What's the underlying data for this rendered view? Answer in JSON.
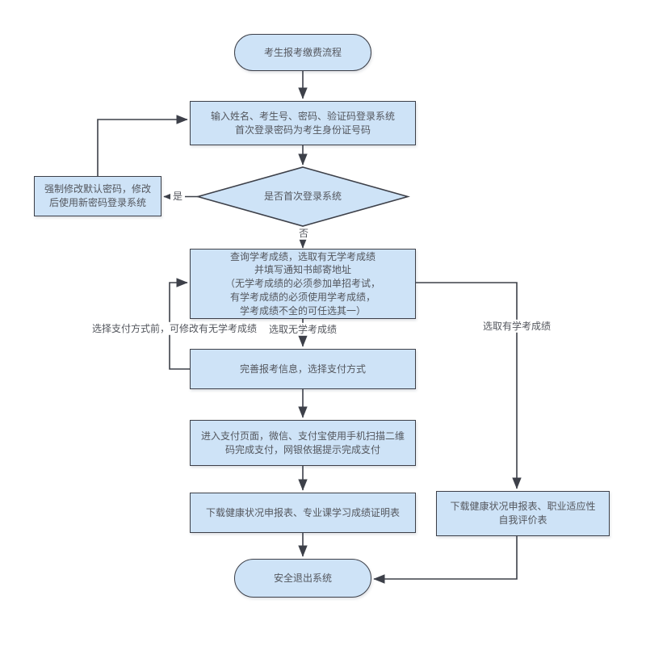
{
  "diagram": {
    "background": "#ffffff",
    "node_fill": "#cee3f7",
    "node_border": "#3d4049",
    "text_color": "#54575e",
    "nodes": {
      "start": "考生报考缴费流程",
      "login": "输入姓名、考生号、密码、验证码登录系统\n首次登录密码为考生身份证号码",
      "decision_first_login": "是否首次登录系统",
      "force_password_change": "强制修改默认密码，修改\n后使用新密码登录系统",
      "query_scores": "查询学考成绩，选取有无学考成绩\n并填写通知书邮寄地址\n（无学考成绩的必须参加单招考试，\n有学考成绩的必须使用学考成绩，\n学考成绩不全的可任选其一）",
      "complete_info": "完善报考信息，选择支付方式",
      "payment": "进入支付页面，微信、支付宝使用手机扫描二维\n码完成支付，网银依据提示完成支付",
      "download_no_scores": "下载健康状况申报表、专业课学习成绩证明表",
      "download_has_scores": "下载健康状况申报表、职业适应性\n自我评价表",
      "end": "安全退出系统"
    },
    "edge_labels": {
      "yes": "是",
      "no": "否",
      "modify_before_payment": "选择支付方式前，可修改有无学考成绩",
      "select_no_scores": "选取无学考成绩",
      "select_has_scores": "选取有学考成绩"
    }
  }
}
